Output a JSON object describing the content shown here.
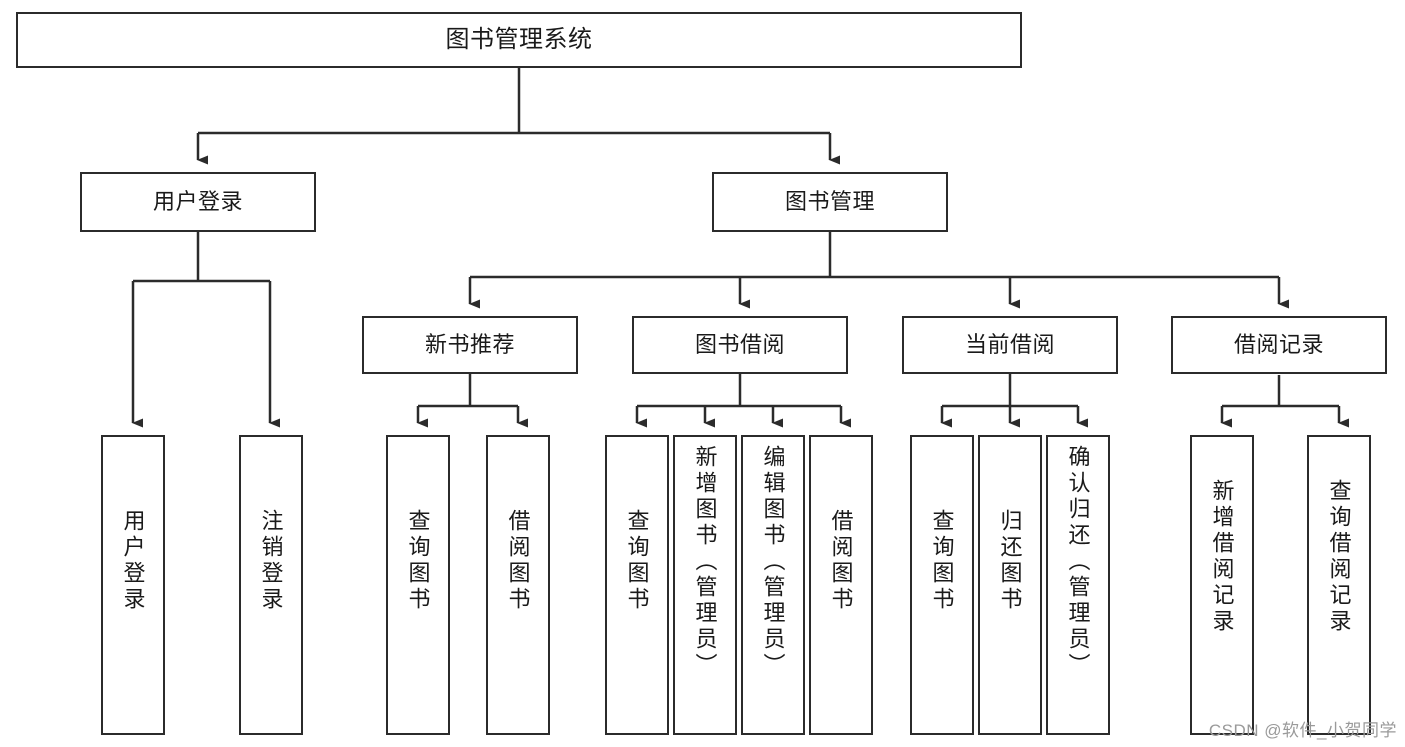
{
  "diagram": {
    "type": "hierarchy-tree",
    "title": "图书管理系统",
    "root": {
      "id": "root",
      "label": "图书管理系统"
    },
    "level1": [
      {
        "id": "user-login",
        "label": "用户登录"
      },
      {
        "id": "book-manage",
        "label": "图书管理"
      }
    ],
    "level2": [
      {
        "id": "new-book-rec",
        "label": "新书推荐",
        "parent": "book-manage"
      },
      {
        "id": "book-borrow",
        "label": "图书借阅",
        "parent": "book-manage"
      },
      {
        "id": "current-borrow",
        "label": "当前借阅",
        "parent": "book-manage"
      },
      {
        "id": "borrow-record",
        "label": "借阅记录",
        "parent": "book-manage"
      }
    ],
    "leaves": [
      {
        "id": "leaf-user-login",
        "label": "用户登录",
        "parent": "user-login"
      },
      {
        "id": "leaf-logout",
        "label": "注销登录",
        "parent": "user-login"
      },
      {
        "id": "leaf-query-book-1",
        "label": "查询图书",
        "parent": "new-book-rec"
      },
      {
        "id": "leaf-borrow-book-1",
        "label": "借阅图书",
        "parent": "new-book-rec"
      },
      {
        "id": "leaf-query-book-2",
        "label": "查询图书",
        "parent": "book-borrow"
      },
      {
        "id": "leaf-add-book",
        "label": "新增图书（管理员）",
        "parent": "book-borrow"
      },
      {
        "id": "leaf-edit-book",
        "label": "编辑图书（管理员）",
        "parent": "book-borrow"
      },
      {
        "id": "leaf-borrow-book-2",
        "label": "借阅图书",
        "parent": "book-borrow"
      },
      {
        "id": "leaf-query-book-3",
        "label": "查询图书",
        "parent": "current-borrow"
      },
      {
        "id": "leaf-return-book",
        "label": "归还图书",
        "parent": "current-borrow"
      },
      {
        "id": "leaf-confirm-return",
        "label": "确认归还（管理员）",
        "parent": "current-borrow"
      },
      {
        "id": "leaf-add-record",
        "label": "新增借阅记录",
        "parent": "borrow-record"
      },
      {
        "id": "leaf-query-record",
        "label": "查询借阅记录",
        "parent": "borrow-record"
      }
    ],
    "colors": {
      "border": "#2b2b2b",
      "background": "#ffffff",
      "text": "#1a1a1a",
      "watermark": "#9a9a9a"
    }
  },
  "watermark": {
    "text": "CSDN @软件_小贺同学"
  }
}
